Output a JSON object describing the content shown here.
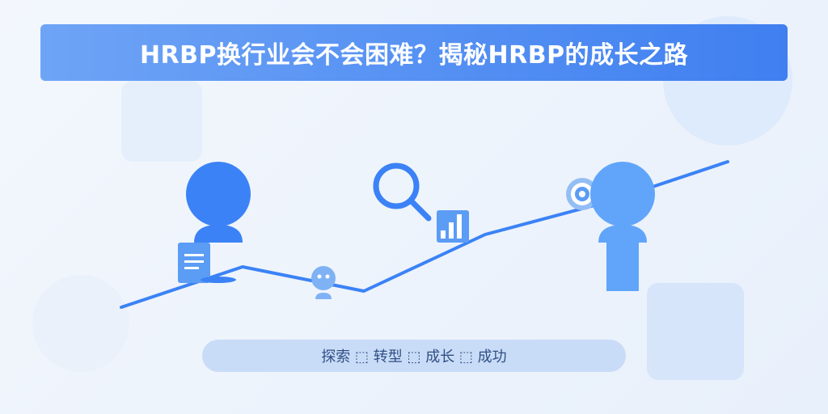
{
  "banner": {
    "title": "HRBP换行业会不会困难？揭秘HRBP的成长之路"
  },
  "caption": {
    "text": "探索 ⬚ 转型 ⬚ 成长 ⬚ 成功"
  },
  "colors": {
    "primary_blue": "#3b82f6",
    "light_blue": "#60a5fa",
    "title_gradient_start": "#6ea4f6",
    "title_gradient_end": "#3f7ff0",
    "pill_bg": "#c9dcf7",
    "pill_text": "#2f4f86"
  },
  "icons": [
    "person-icon",
    "document-icon",
    "magnifier-icon",
    "bar-chart-icon",
    "robot-icon",
    "target-icon",
    "growth-line"
  ]
}
